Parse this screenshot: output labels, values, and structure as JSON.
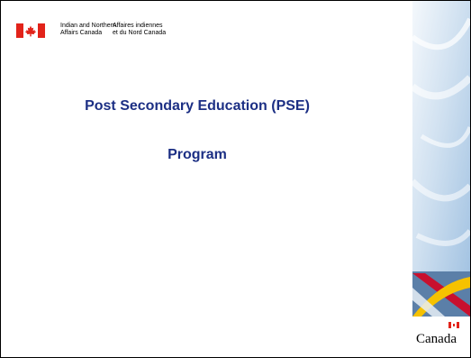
{
  "header": {
    "dept_en_line1": "Indian and Northern",
    "dept_en_line2": "Affairs Canada",
    "dept_fr_line1": "Affaires indiennes",
    "dept_fr_line2": "et du Nord Canada"
  },
  "slide": {
    "title_line1": "Post Secondary Education (PSE)",
    "title_line2": "Program"
  },
  "footer": {
    "wordmark": "Canada"
  },
  "colors": {
    "title": "#1c2f84",
    "flag_red": "#e2231a",
    "band_blue": "#bcd3ea",
    "band_yellow": "#f6c200",
    "band_red": "#c8102e"
  },
  "icons": {
    "flag": "canada-flag-icon",
    "band": "decorative-band",
    "mini_flag": "wordmark-flag-icon"
  }
}
